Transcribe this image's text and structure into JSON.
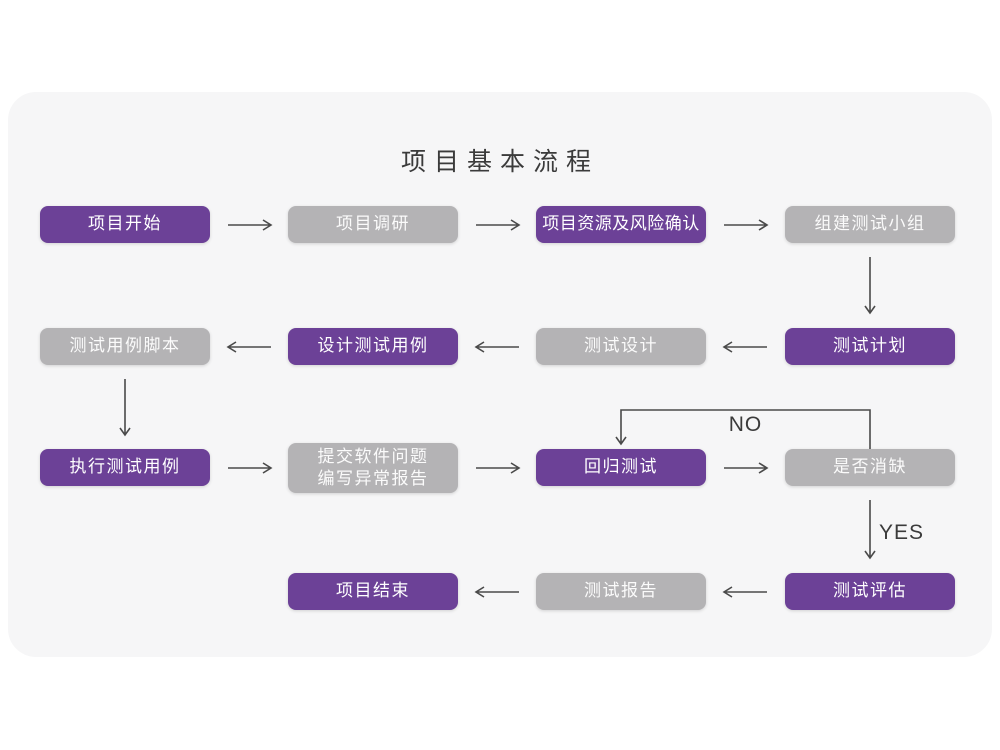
{
  "title": "项目基本流程",
  "colors": {
    "purple": "#6c4197",
    "gray": "#b4b3b5",
    "card_bg": "#f6f6f7",
    "page_bg": "#ffffff",
    "arrow": "#4a4a4a",
    "ink": "#3b3b3b",
    "box_text": "#ffffff"
  },
  "flow": {
    "nodes": [
      {
        "id": "project-start",
        "label": "项目开始",
        "variant": "purple"
      },
      {
        "id": "project-research",
        "label": "项目调研",
        "variant": "gray"
      },
      {
        "id": "resource-risk-confirm",
        "label": "项目资源及风险确认",
        "variant": "purple"
      },
      {
        "id": "build-test-team",
        "label": "组建测试小组",
        "variant": "gray"
      },
      {
        "id": "test-case-script",
        "label": "测试用例脚本",
        "variant": "gray"
      },
      {
        "id": "design-test-case",
        "label": "设计测试用例",
        "variant": "purple"
      },
      {
        "id": "test-design",
        "label": "测试设计",
        "variant": "gray"
      },
      {
        "id": "test-plan",
        "label": "测试计划",
        "variant": "purple"
      },
      {
        "id": "execute-test-case",
        "label": "执行测试用例",
        "variant": "purple"
      },
      {
        "id": "submit-issue-report",
        "label": "提交软件问题\n编写异常报告",
        "variant": "gray"
      },
      {
        "id": "regression-test",
        "label": "回归测试",
        "variant": "purple"
      },
      {
        "id": "defect-cleared",
        "label": "是否消缺",
        "variant": "gray"
      },
      {
        "id": "project-end",
        "label": "项目结束",
        "variant": "purple"
      },
      {
        "id": "test-report",
        "label": "测试报告",
        "variant": "gray"
      },
      {
        "id": "test-evaluation",
        "label": "测试评估",
        "variant": "purple"
      }
    ],
    "edge_labels": {
      "no": "NO",
      "yes": "YES"
    }
  }
}
